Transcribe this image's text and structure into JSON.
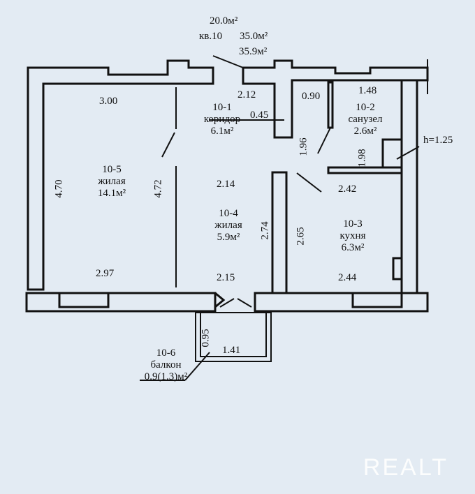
{
  "apartment": {
    "label": "кв.10",
    "areas": [
      "20.0м²",
      "35.0м²",
      "35.9м²"
    ]
  },
  "rooms": [
    {
      "id": "10-1",
      "name": "коридор",
      "area": "6.1м²"
    },
    {
      "id": "10-2",
      "name": "санузел",
      "area": "2.6м²"
    },
    {
      "id": "10-3",
      "name": "кухня",
      "area": "6.3м²"
    },
    {
      "id": "10-4",
      "name": "жилая",
      "area": "5.9м²"
    },
    {
      "id": "10-5",
      "name": "жилая",
      "area": "14.1м²"
    },
    {
      "id": "10-6",
      "name": "балкон",
      "area": "0.9(1.3)м²"
    }
  ],
  "dimensions": {
    "d300": "3.00",
    "d470": "4.70",
    "d472": "4.72",
    "d297": "2.97",
    "d212": "2.12",
    "d045": "0.45",
    "d090": "0.90",
    "d148": "1.48",
    "d196": "1.96",
    "d198": "1.98",
    "d214": "2.14",
    "d274": "2.74",
    "d215": "2.15",
    "d242": "2.42",
    "d265": "2.65",
    "d244": "2.44",
    "d095": "0.95",
    "d141": "1.41",
    "h": "h=1.25"
  },
  "watermark": "REALT"
}
